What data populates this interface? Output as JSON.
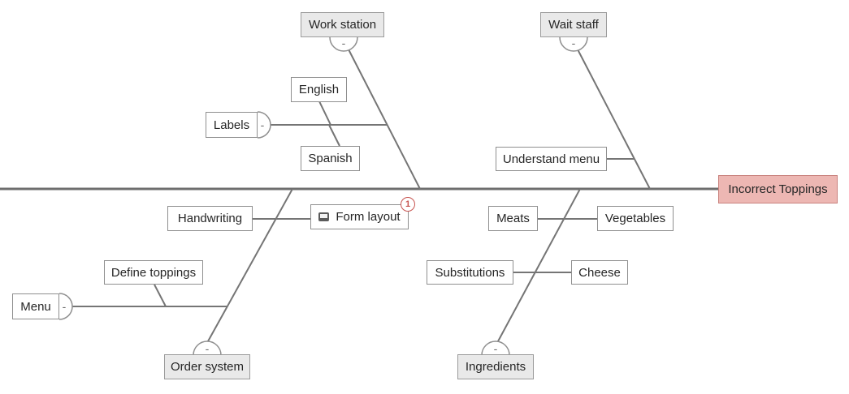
{
  "effect": "Incorrect Toppings",
  "nodes": {
    "work_station": "Work station",
    "wait_staff": "Wait staff",
    "english": "English",
    "labels": "Labels",
    "spanish": "Spanish",
    "understand_menu": "Understand menu",
    "handwriting": "Handwriting",
    "form_layout": "Form layout",
    "meats": "Meats",
    "vegetables": "Vegetables",
    "substitutions": "Substitutions",
    "cheese": "Cheese",
    "define_toppings": "Define toppings",
    "menu": "Menu",
    "order_system": "Order system",
    "ingredients": "Ingredients"
  },
  "badges": {
    "form_layout_comments": "1"
  },
  "ui": {
    "collapse_glyph": "-"
  },
  "icons": {
    "form_layout": "form-icon"
  },
  "colors": {
    "line_gray": "#757575",
    "spine_gray": "#6e6e6e",
    "box_border": "#8f8f8f",
    "category_fill": "#e9e9e9",
    "cause_fill": "#ffffff",
    "effect_fill": "#edb7b3",
    "effect_border": "#c9827e",
    "badge_red": "#c75450"
  }
}
